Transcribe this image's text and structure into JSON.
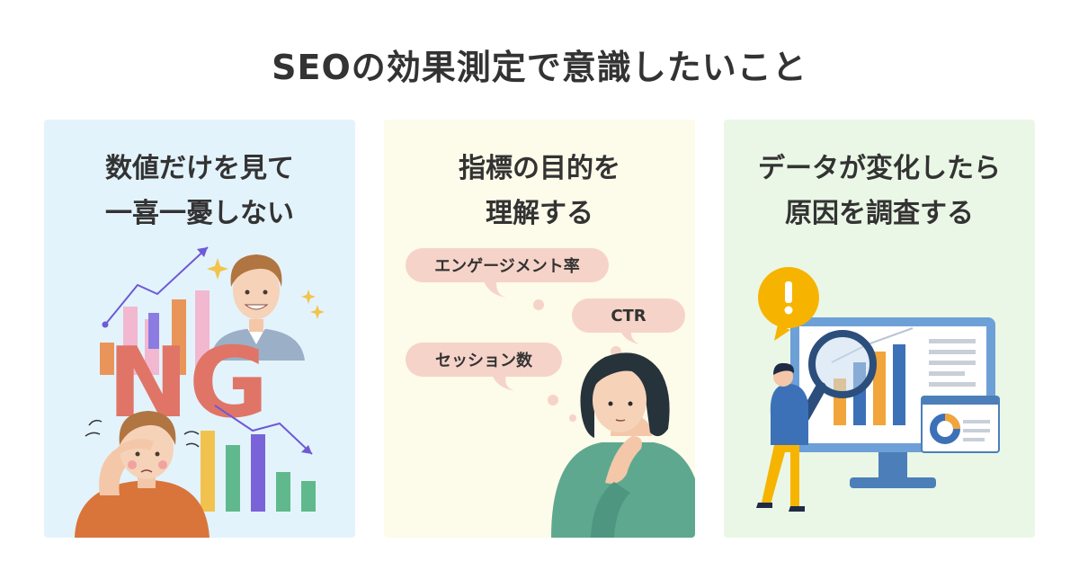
{
  "page": {
    "title": "SEOの効果測定で意識したいこと"
  },
  "cards": [
    {
      "heading_line1": "数値だけを見て",
      "heading_line2": "一喜一憂しない",
      "badge": "NG",
      "bg_color": "#e3f3fc"
    },
    {
      "heading_line1": "指標の目的を",
      "heading_line2": "理解する",
      "bubbles": [
        "エンゲージメント率",
        "CTR",
        "セッション数"
      ],
      "bg_color": "#fdfbea"
    },
    {
      "heading_line1": "データが変化したら",
      "heading_line2": "原因を調査する",
      "bg_color": "#eaf7e6"
    }
  ],
  "icons": {
    "card1": [
      "up-arrow-chart-icon",
      "smiling-man-icon",
      "sparkle-icon",
      "ng-text-icon",
      "worried-man-icon",
      "down-arrow-chart-icon"
    ],
    "card2": [
      "thinking-woman-icon",
      "thought-bubble-icon"
    ],
    "card3": [
      "exclamation-icon",
      "monitor-bar-chart-icon",
      "magnifier-icon",
      "person-icon",
      "donut-chart-window-icon"
    ]
  }
}
